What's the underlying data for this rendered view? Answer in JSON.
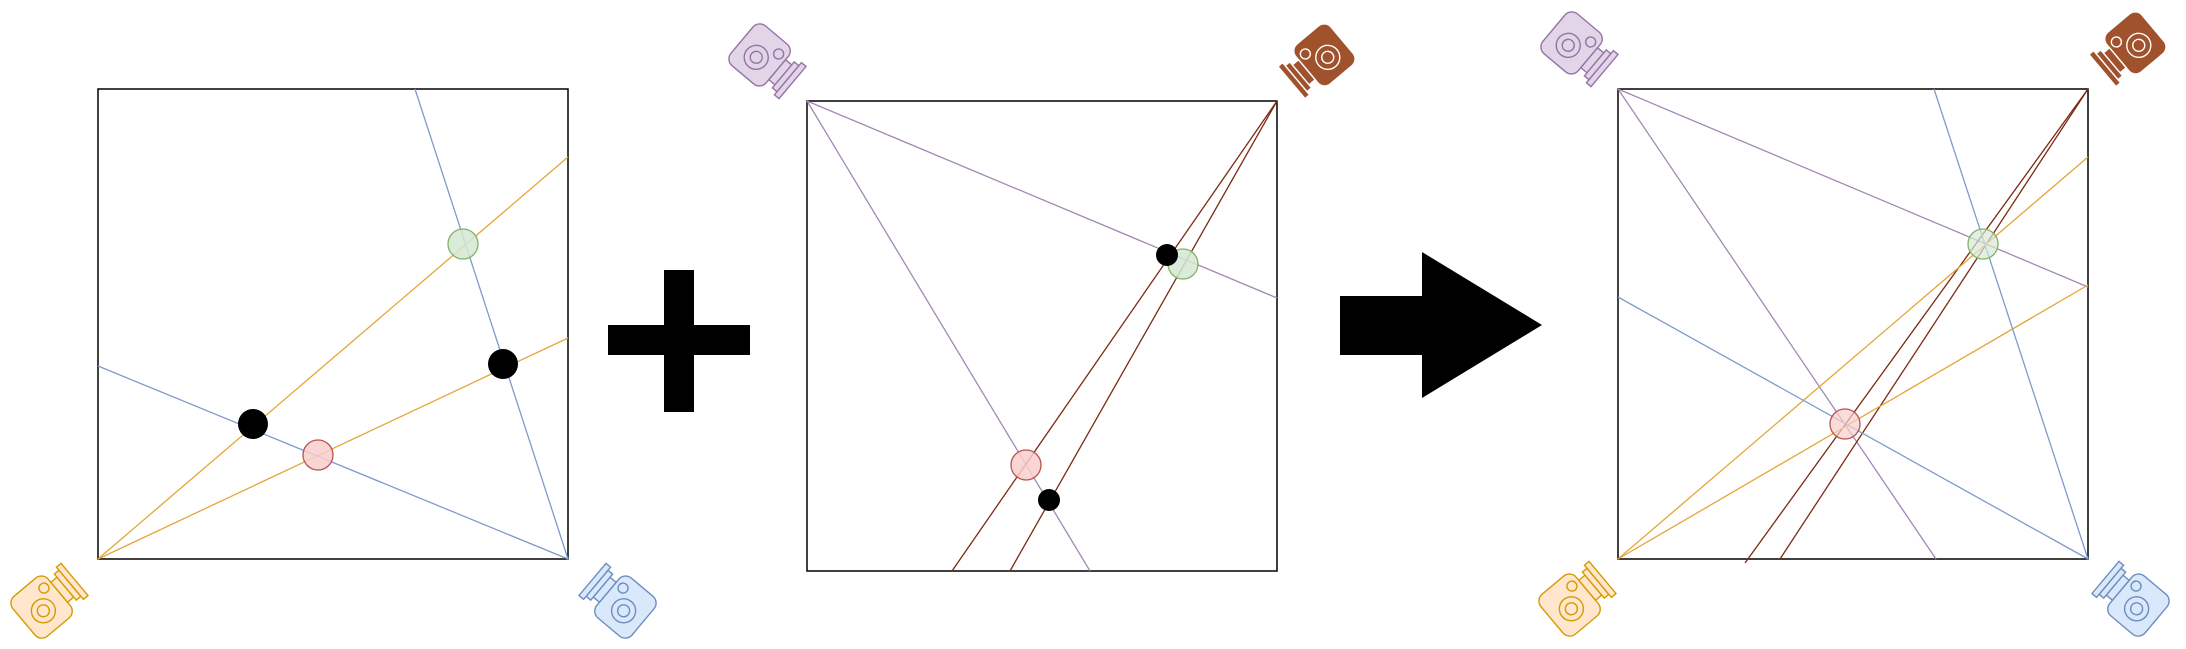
{
  "colors": {
    "frame": "#000000",
    "orange_camera": {
      "fill": "#ffe6cc",
      "stroke": "#d79b00"
    },
    "blue_camera": {
      "fill": "#dae8fc",
      "stroke": "#6c8ebf"
    },
    "purple_camera": {
      "fill": "#e1d5e7",
      "stroke": "#9673a6"
    },
    "brown_camera": {
      "fill": "#a0522d",
      "stroke": "#6d1f00"
    },
    "orange_ray": "#e5a53a",
    "blue_ray": "#7e9bcb",
    "purple_ray": "#a288b6",
    "brown_ray": "#7b2a12",
    "true_point_red": {
      "fill": "#f8cecc",
      "stroke": "#b85450"
    },
    "true_point_green": {
      "fill": "#d5e8d4",
      "stroke": "#82b366"
    },
    "false_point": "#000000"
  },
  "operators": {
    "plus": "plus-sign",
    "arrow": "right-arrow"
  },
  "panels": {
    "left": {
      "cameras": [
        {
          "id": "orange",
          "icon": "camera-icon"
        },
        {
          "id": "blue",
          "icon": "camera-icon"
        }
      ],
      "true_intersections": 2,
      "ghost_intersections": 2
    },
    "middle": {
      "cameras": [
        {
          "id": "purple",
          "icon": "camera-icon"
        },
        {
          "id": "brown",
          "icon": "camera-icon"
        }
      ],
      "true_intersections": 2,
      "ghost_intersections": 2
    },
    "right": {
      "cameras": [
        {
          "id": "purple",
          "icon": "camera-icon"
        },
        {
          "id": "brown",
          "icon": "camera-icon"
        },
        {
          "id": "orange",
          "icon": "camera-icon"
        },
        {
          "id": "blue",
          "icon": "camera-icon"
        }
      ],
      "true_intersections": 2,
      "ghost_intersections": 0
    }
  }
}
